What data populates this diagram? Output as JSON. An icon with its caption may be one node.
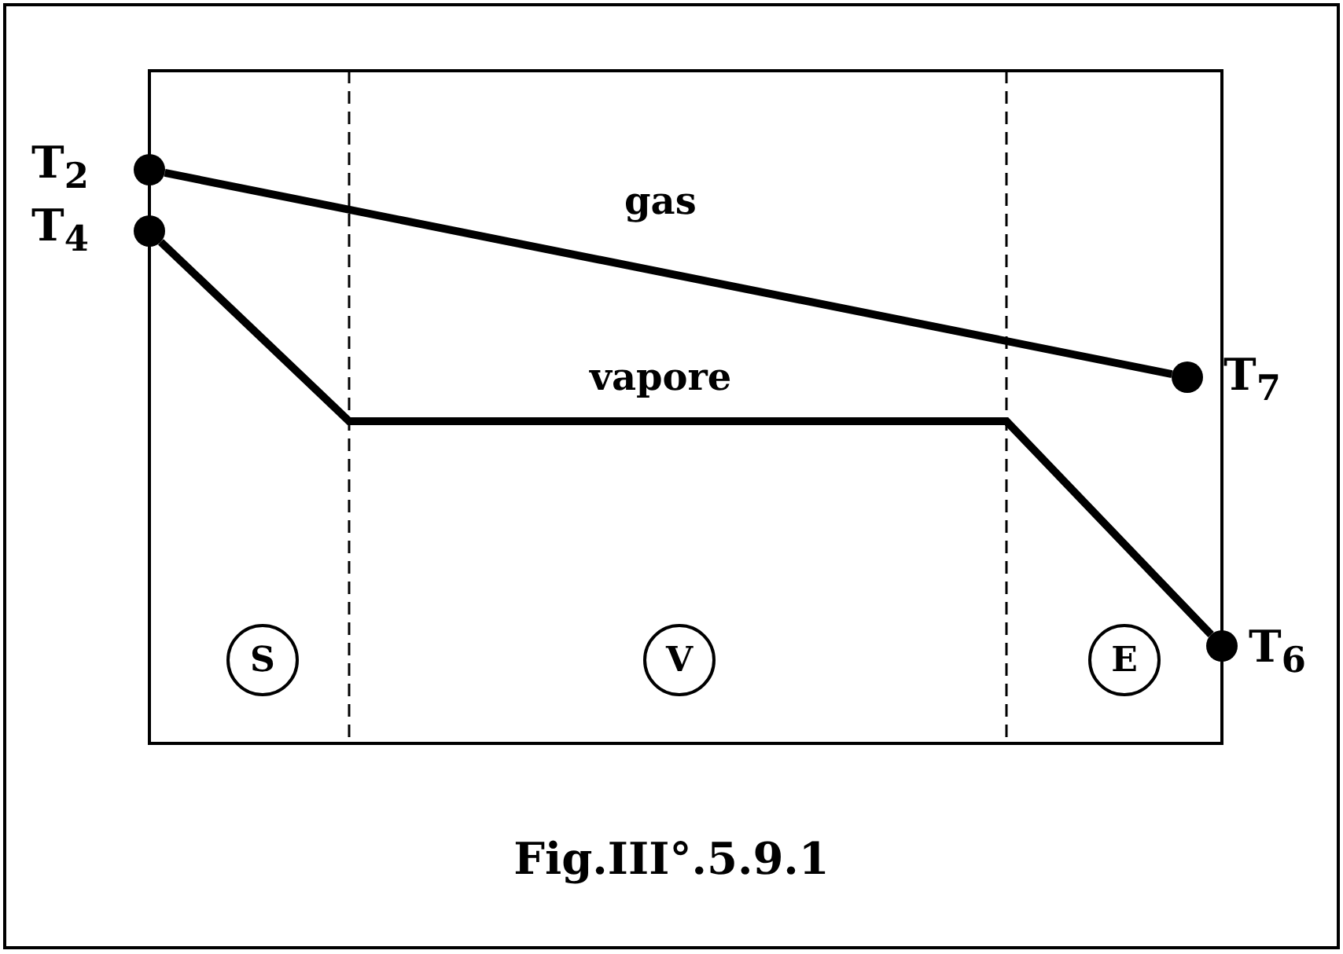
{
  "diagram": {
    "caption": "Fig.III°.5.9.1",
    "nodes": [
      {
        "text": [],
        "shape": "circle",
        "beside": [
          "T$_{2}$"
        ]
      },
      {
        "text": [],
        "shape": "circle",
        "beside": [
          "T$_{4}$"
        ]
      },
      {
        "text": [],
        "shape": "circle",
        "beside": [
          "T$_{7}$"
        ]
      },
      {
        "text": [
          "S"
        ]
      },
      {
        "text": [
          "V"
        ]
      },
      {
        "text": [
          "E"
        ]
      },
      {
        "text": [],
        "shape": "circle",
        "beside": [
          "T$_{6}$"
        ]
      }
    ],
    "edges": [
      {
        "from": 0,
        "to": 2,
        "arrow": "none",
        "label": "gas"
      },
      {
        "from": 1,
        "to": 6,
        "arrow": "none",
        "label": "vapore"
      }
    ]
  }
}
